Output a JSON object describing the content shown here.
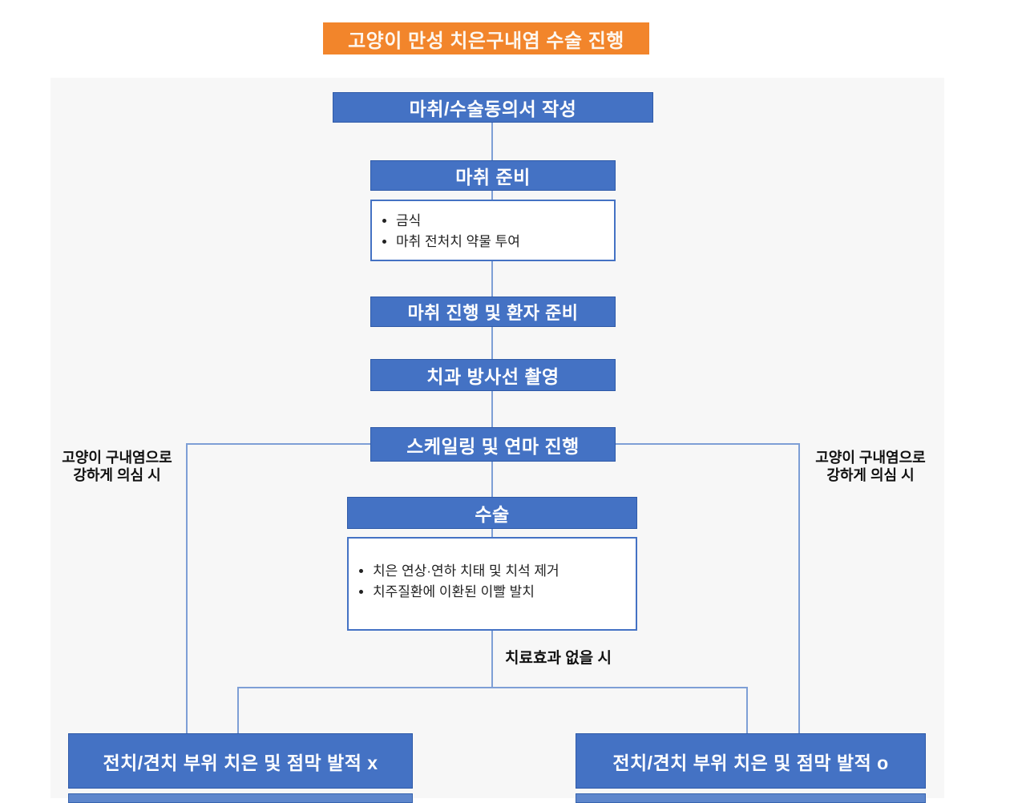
{
  "title": "고양이 만성 치은구내염 수술 진행",
  "flow": {
    "step1": "마취/수술동의서 작성",
    "step2": "마취 준비",
    "step2_details": [
      "금식",
      "마취 전처치 약물 투여"
    ],
    "step3": "마취 진행 및 환자 준비",
    "step4": "치과 방사선 촬영",
    "step5": "스케일링 및 연마 진행",
    "step6": "수술",
    "step6_details": [
      "치은 연상·연하 치태 및 치석 제거",
      "치주질환에 이환된 이빨 발치"
    ],
    "branch_label": "치료효과 없을 시",
    "side_label_line1": "고양이 구내염으로",
    "side_label_line2": "강하게 의심 시",
    "result_negative": "전치/견치 부위 치은 및 점막 발적 x",
    "result_positive": "전치/견치 부위 치은 및 점막 발적 o"
  },
  "colors": {
    "node_fill": "#4472C4",
    "node_border": "#2f5aa8",
    "connector": "#7E9FD6",
    "title_fill": "#F2852B",
    "panel_bg": "#f7f7f7"
  }
}
